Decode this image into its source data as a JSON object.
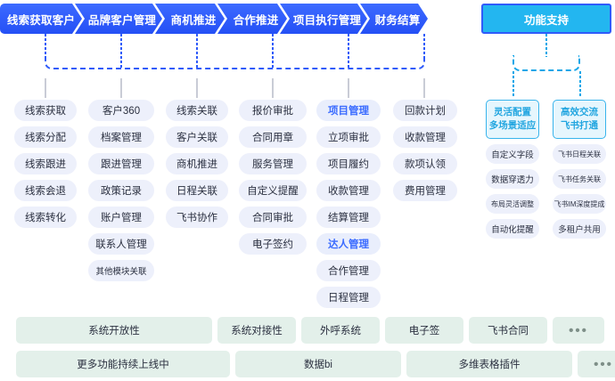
{
  "flow": {
    "stages": [
      {
        "label": "线索获取客户"
      },
      {
        "label": "品牌客户管理"
      },
      {
        "label": "商机推进"
      },
      {
        "label": "合作推进"
      },
      {
        "label": "项目执行管理"
      },
      {
        "label": "财务结算"
      }
    ],
    "support_label": "功能支持"
  },
  "columns": [
    {
      "name": "lead",
      "items": [
        {
          "label": "线索获取"
        },
        {
          "label": "线索分配"
        },
        {
          "label": "线索跟进"
        },
        {
          "label": "线索会退"
        },
        {
          "label": "线索转化"
        }
      ]
    },
    {
      "name": "brand-customer",
      "items": [
        {
          "label": "客户360"
        },
        {
          "label": "档案管理"
        },
        {
          "label": "跟进管理"
        },
        {
          "label": "政策记录"
        },
        {
          "label": "账户管理"
        },
        {
          "label": "联系人管理"
        },
        {
          "label": "其他模块关联",
          "size": "tiny"
        }
      ]
    },
    {
      "name": "opportunity",
      "items": [
        {
          "label": "线索关联"
        },
        {
          "label": "客户关联"
        },
        {
          "label": "商机推进"
        },
        {
          "label": "日程关联"
        },
        {
          "label": "飞书协作"
        }
      ]
    },
    {
      "name": "cooperation",
      "items": [
        {
          "label": "报价审批"
        },
        {
          "label": "合同用章"
        },
        {
          "label": "服务管理"
        },
        {
          "label": "自定义提醒"
        },
        {
          "label": "合同审批"
        },
        {
          "label": "电子签约"
        }
      ]
    },
    {
      "name": "project-execution",
      "items": [
        {
          "label": "项目管理",
          "accent": true
        },
        {
          "label": "立项审批"
        },
        {
          "label": "项目履约"
        },
        {
          "label": "收款管理"
        },
        {
          "label": "结算管理"
        },
        {
          "label": "达人管理",
          "accent": true
        },
        {
          "label": "合作管理"
        },
        {
          "label": "日程管理"
        }
      ]
    },
    {
      "name": "finance",
      "items": [
        {
          "label": "回款计划"
        },
        {
          "label": "收款管理"
        },
        {
          "label": "款项认领"
        },
        {
          "label": "费用管理"
        }
      ]
    }
  ],
  "support": {
    "cards": [
      {
        "line1": "灵活配置",
        "line2": "多场景适应"
      },
      {
        "line1": "高效交流",
        "line2": "飞书打通"
      }
    ],
    "left_items": [
      {
        "label": "自定义字段"
      },
      {
        "label": "数据穿透力"
      },
      {
        "label": "布局灵活调整",
        "size": "xs"
      },
      {
        "label": "自动化提醒"
      }
    ],
    "right_items": [
      {
        "label": "飞书日程关联",
        "size": "xs"
      },
      {
        "label": "飞书任务关联",
        "size": "xs"
      },
      {
        "label": "飞书IM深度提成",
        "size": "xs"
      },
      {
        "label": "多租户共用"
      }
    ]
  },
  "bottom": {
    "row1": [
      {
        "label": "系统开放性"
      },
      {
        "label": "系统对接性"
      },
      {
        "label": "外呼系统"
      },
      {
        "label": "电子签"
      },
      {
        "label": "飞书合同"
      },
      {
        "label": "•••",
        "dots": true
      }
    ],
    "row2": [
      {
        "label": "更多功能持续上线中"
      },
      {
        "label": "数据bi"
      },
      {
        "label": "多维表格插件"
      },
      {
        "label": "•••",
        "dots": true
      }
    ]
  },
  "colors": {
    "flow_blue": "#2f5bfa",
    "support_cyan": "#23b6f0",
    "pill_bg": "#edf0fb",
    "accent_text": "#3a6bff",
    "bottom_bg": "#e3f0ea"
  }
}
